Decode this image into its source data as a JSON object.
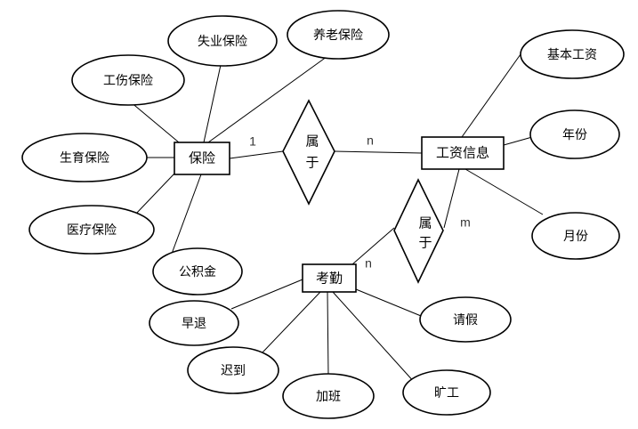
{
  "entities": {
    "insurance": "保险",
    "salary_info": "工资信息",
    "attendance": "考勤"
  },
  "relationships": {
    "belongs_top": {
      "line1": "属",
      "line2": "于"
    },
    "belongs_bottom": {
      "line1": "属",
      "line2": "于"
    }
  },
  "cardinality": {
    "insurance_side": "1",
    "salary_side_top": "n",
    "salary_side_bottom": "m",
    "attendance_side": "n"
  },
  "attributes": {
    "insurance": {
      "unemployment": "失业保险",
      "pension": "养老保险",
      "injury": "工伤保险",
      "maternity": "生育保险",
      "medical": "医疗保险",
      "housing_fund": "公积金"
    },
    "salary_info": {
      "base_salary": "基本工资",
      "year": "年份",
      "month": "月份"
    },
    "attendance": {
      "leave_early": "早退",
      "late": "迟到",
      "overtime": "加班",
      "absent": "旷工",
      "request_leave": "请假"
    }
  }
}
